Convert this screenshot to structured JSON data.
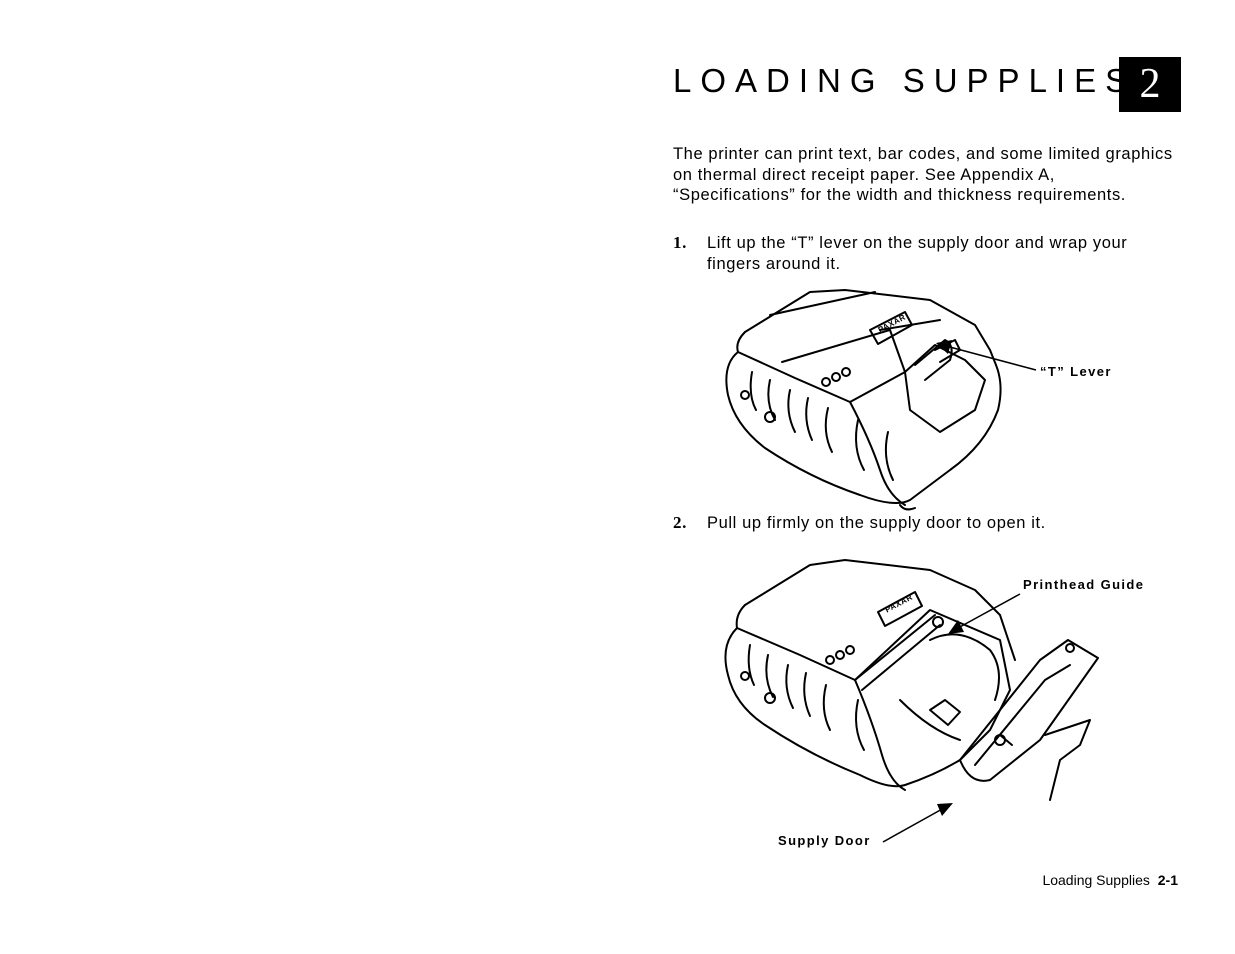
{
  "page": {
    "title": "LOADING SUPPLIES",
    "chapter_number": "2",
    "intro": "The printer can print text, bar codes, and some limited graphics on thermal direct receipt paper.  See Appendix A, “Specifications” for the width and thickness requirements."
  },
  "steps": [
    {
      "number": "1.",
      "text": "Lift up the “T” lever on the supply door and wrap your fingers around it."
    },
    {
      "number": "2.",
      "text": "Pull up firmly on the supply door to open it."
    }
  ],
  "figure1": {
    "callout": "“T” Lever",
    "logo": "PAXAR"
  },
  "figure2": {
    "callout_top": "Printhead Guide",
    "callout_bottom": "Supply Door",
    "logo": "PAXAR"
  },
  "footer": {
    "section": "Loading Supplies",
    "page_number": "2-1"
  }
}
